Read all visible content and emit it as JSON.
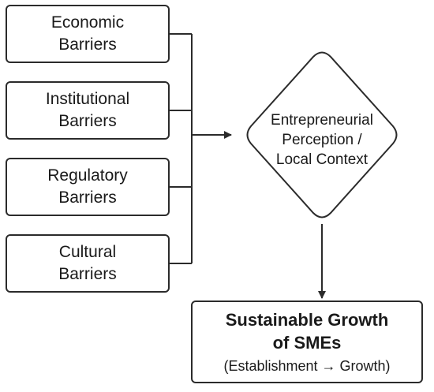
{
  "barriers": [
    {
      "label": "Economic\nBarriers"
    },
    {
      "label": "Institutional\nBarriers"
    },
    {
      "label": "Regulatory\nBarriers"
    },
    {
      "label": "Cultural\nBarriers"
    }
  ],
  "decision": {
    "label": "Entrepreneurial\nPerception /\nLocal Context"
  },
  "outcome": {
    "title": "Sustainable Growth\nof SMEs",
    "subtitle": "(Establishment → Growth)"
  },
  "colors": {
    "stroke": "#2b2b2b",
    "text": "#1a1a1a"
  }
}
